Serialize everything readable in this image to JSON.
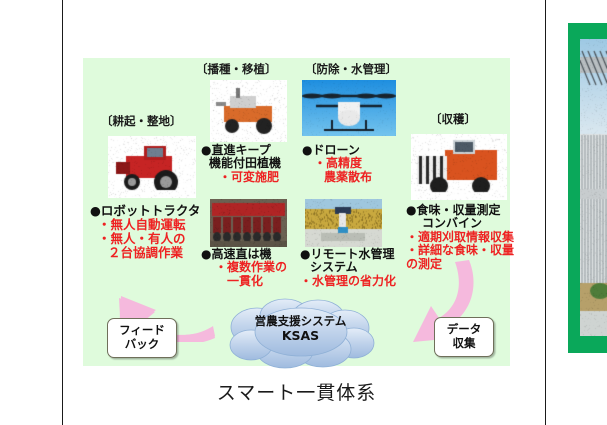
{
  "caption": "スマート一貫体系",
  "panel": {
    "background_color": "#dffbdc"
  },
  "stages": [
    {
      "id": "tillage",
      "heading": "〔耕起・整地〕",
      "photo": "red-tractor-photo",
      "title": "●ロボットトラクタ",
      "details": [
        "・無人自動運転",
        "・無人・有人の",
        "２台協調作業"
      ]
    },
    {
      "id": "sowing",
      "heading": "〔播種・移植〕",
      "photo": "rice-transplanter-photo",
      "title": "●直進キープ",
      "title2": "機能付田植機",
      "details": [
        "・可変施肥"
      ]
    },
    {
      "id": "direct-seeder",
      "heading": "",
      "photo": "seeder-implement-photo",
      "title": "●高速直は機",
      "details": [
        "・複数作業の",
        "一貫化"
      ]
    },
    {
      "id": "pest-water",
      "heading": "〔防除・水管理〕",
      "photo": "agri-drone-photo",
      "title": "●ドローン",
      "details": [
        "・高精度",
        "農薬散布"
      ]
    },
    {
      "id": "remote-water",
      "heading": "",
      "photo": "remote-water-gate-photo",
      "title": "●リモート水管理",
      "title2": "システム",
      "details": [
        "・水管理の省力化"
      ]
    },
    {
      "id": "harvest",
      "heading": "〔収穫〕",
      "photo": "combine-harvester-photo",
      "title": "●食味・収量測定",
      "title2": "コンバイン",
      "details": [
        "・適期刈取情報収集",
        "・詳細な食味・収量",
        "の測定"
      ]
    }
  ],
  "cloud": {
    "line1": "営農支援システム",
    "line2": "KSAS",
    "color": "#b9cfe8"
  },
  "boxes": {
    "feedback": [
      "フィード",
      "バック"
    ],
    "data": [
      "データ",
      "収集"
    ]
  },
  "arrows": {
    "color": "#f5b9dd",
    "left_label": "feedback-arrow",
    "right_label": "data-collection-arrow"
  },
  "right_panel": {
    "frame_color": "#0aa85a",
    "photo": "greenhouse-facility-photo"
  },
  "colors": {
    "red_text": "#ee2222",
    "black_text": "#111111",
    "panel_green": "#dffbdc",
    "frame_green": "#0aa85a",
    "arrow_pink": "#f5b9dd"
  }
}
